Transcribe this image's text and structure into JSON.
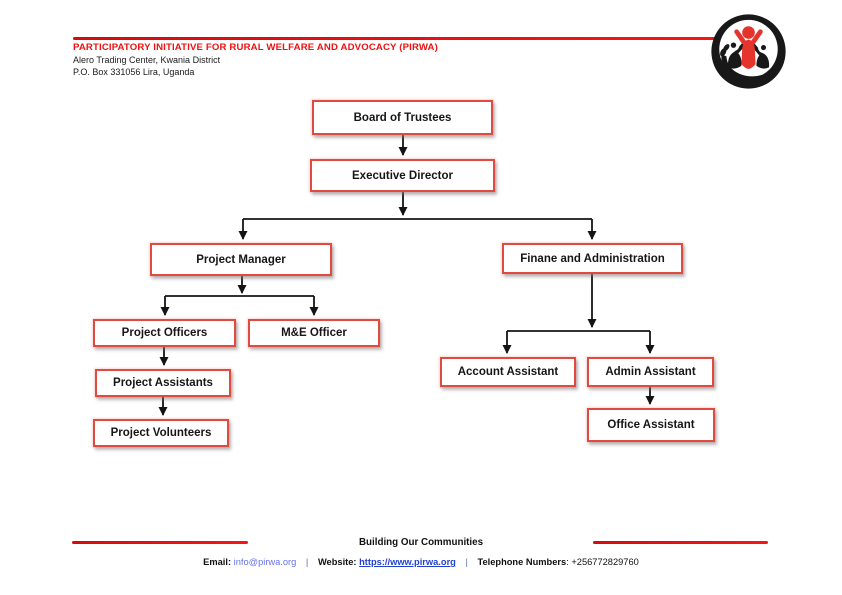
{
  "colors": {
    "accent_red": "#ee1010",
    "box_border": "#e04b40",
    "text": "#1a1a1a",
    "email_link": "#6673e6",
    "website_link": "#2140cc",
    "logo_black": "#181818",
    "logo_red": "#e5342c"
  },
  "header": {
    "title": "PARTICIPATORY INITIATIVE FOR RURAL WELFARE AND ADVOCACY (PIRWA)",
    "address_line1": "Alero Trading Center, Kwania District",
    "address_line2": "P.O. Box 331056 Lira, Uganda",
    "logo_icon": "pirwa-people-hand-logo"
  },
  "org_chart": {
    "type": "org-hierarchy",
    "nodes": [
      {
        "id": "board",
        "label": "Board of Trustees"
      },
      {
        "id": "exec",
        "label": "Executive Director"
      },
      {
        "id": "pm",
        "label": "Project Manager"
      },
      {
        "id": "fin",
        "label": "Finane and Administration"
      },
      {
        "id": "po",
        "label": "Project Officers"
      },
      {
        "id": "me",
        "label": "M&E Officer"
      },
      {
        "id": "pa",
        "label": "Project Assistants"
      },
      {
        "id": "pv",
        "label": "Project Volunteers"
      },
      {
        "id": "acct",
        "label": "Account Assistant"
      },
      {
        "id": "admin",
        "label": "Admin Assistant"
      },
      {
        "id": "office",
        "label": "Office Assistant"
      }
    ],
    "edges": [
      [
        "board",
        "exec"
      ],
      [
        "exec",
        "pm"
      ],
      [
        "exec",
        "fin"
      ],
      [
        "pm",
        "po"
      ],
      [
        "pm",
        "me"
      ],
      [
        "po",
        "pa"
      ],
      [
        "pa",
        "pv"
      ],
      [
        "fin",
        "acct"
      ],
      [
        "fin",
        "admin"
      ],
      [
        "admin",
        "office"
      ]
    ]
  },
  "footer": {
    "tagline": "Building Our Communities",
    "email_label": "Email:",
    "email_value": "info@pirwa.org",
    "separator": "|",
    "website_label": "Website:",
    "website_value": "https://www.pirwa.org",
    "phone_label": "Telephone Numbers",
    "phone_value": ": +256772829760"
  }
}
